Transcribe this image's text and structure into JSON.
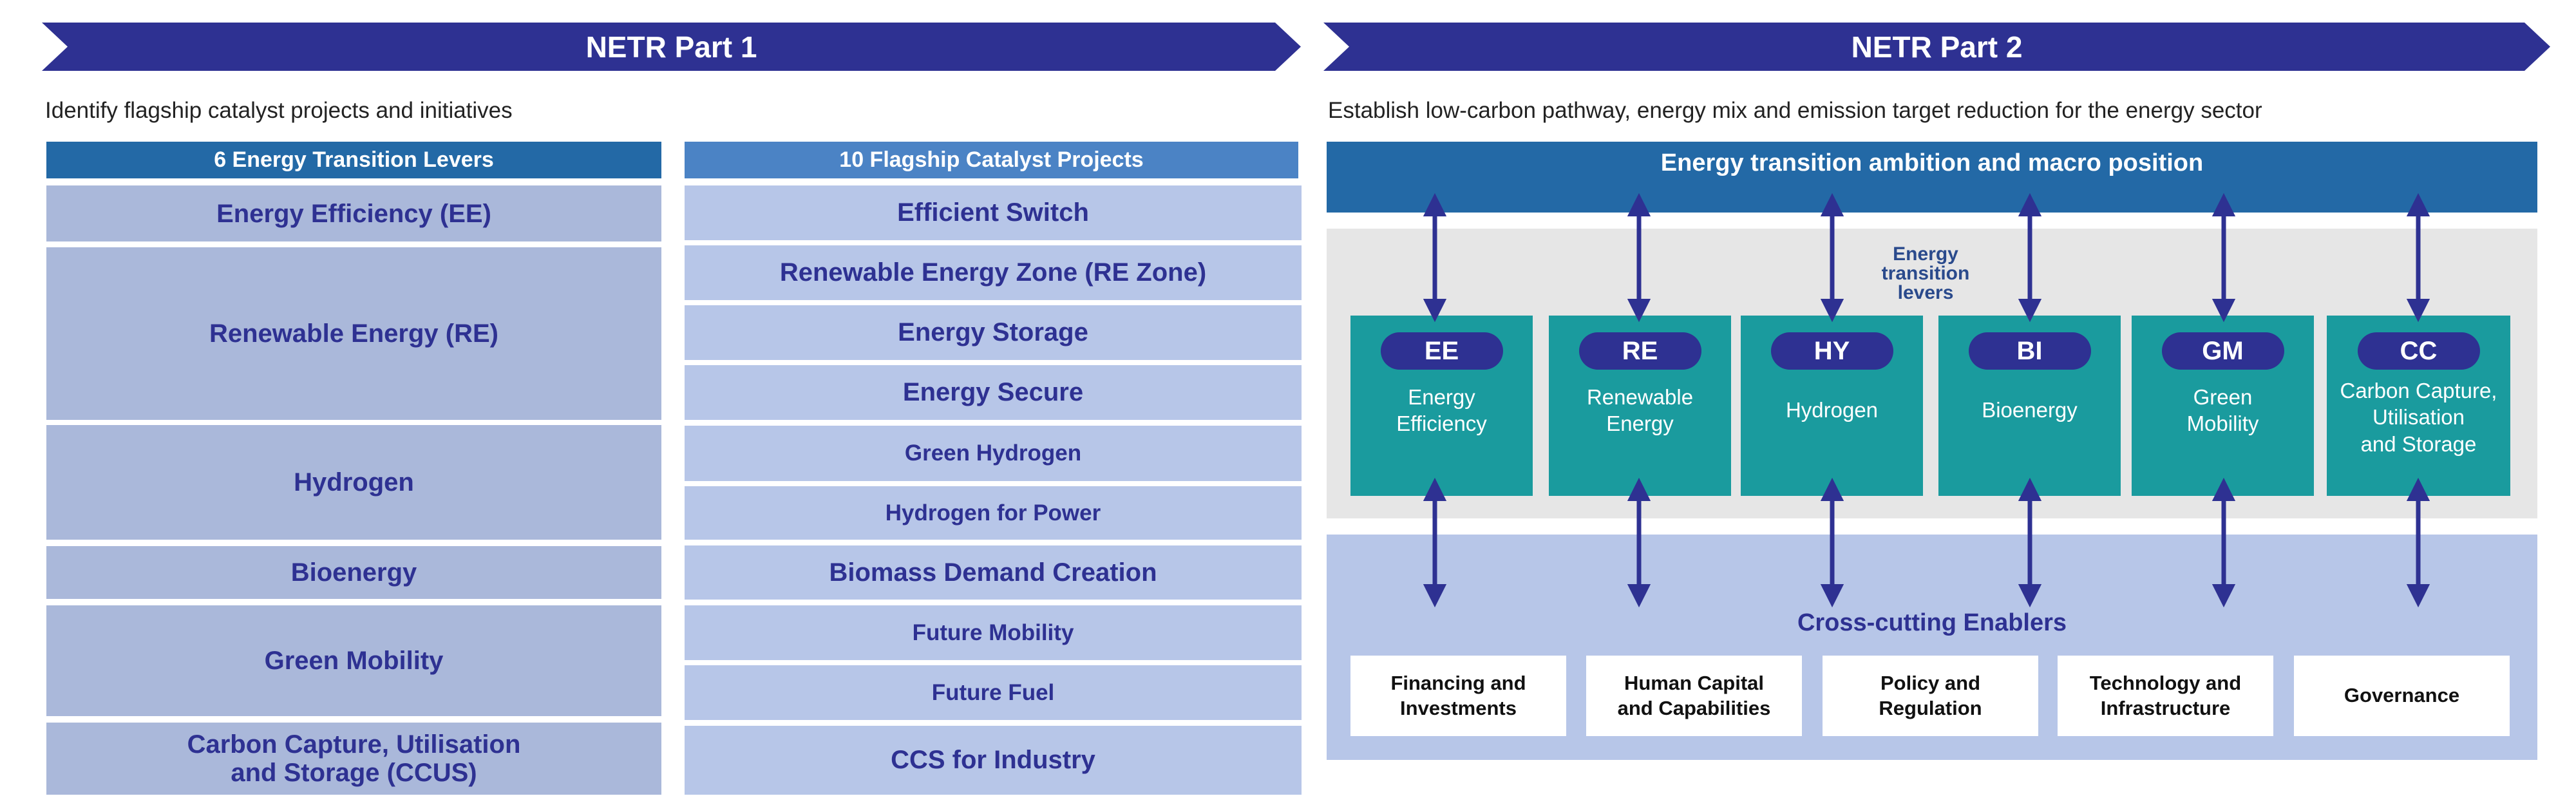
{
  "part1": {
    "banner_title": "NETR Part 1",
    "subtitle": "Identify flagship catalyst projects and initiatives",
    "levers_header": "6 Energy Transition Levers",
    "projects_header": "10 Flagship Catalyst Projects",
    "levers": [
      "Energy Efficiency (EE)",
      "Renewable Energy (RE)",
      "Hydrogen",
      "Bioenergy",
      "Green Mobility",
      "Carbon Capture, Utilisation\nand Storage (CCUS)"
    ],
    "projects": [
      "Efficient Switch",
      "Renewable Energy Zone (RE Zone)",
      "Energy Storage",
      "Energy Secure",
      "Green Hydrogen",
      "Hydrogen for Power",
      "Biomass Demand Creation",
      "Future Mobility",
      "Future Fuel",
      "CCS for Industry"
    ]
  },
  "part2": {
    "banner_title": "NETR Part 2",
    "subtitle": "Establish low-carbon pathway, energy mix and emission target reduction for the energy sector",
    "ambition_label": "Energy transition ambition and macro position",
    "levers_label": "Energy\ntransition\nlevers",
    "lever_boxes": [
      {
        "code": "EE",
        "name": "Energy\nEfficiency"
      },
      {
        "code": "RE",
        "name": "Renewable\nEnergy"
      },
      {
        "code": "HY",
        "name": "Hydrogen"
      },
      {
        "code": "BI",
        "name": "Bioenergy"
      },
      {
        "code": "GM",
        "name": "Green\nMobility"
      },
      {
        "code": "CC",
        "name": "Carbon Capture,\nUtilisation\nand Storage"
      }
    ],
    "enablers_title": "Cross-cutting Enablers",
    "enablers": [
      "Financing and\nInvestments",
      "Human Capital\nand Capabilities",
      "Policy and\nRegulation",
      "Technology and\nInfrastructure",
      "Governance"
    ]
  },
  "colors": {
    "banner": "#2e3192",
    "levers_header": "#2369a6",
    "projects_header": "#4b83c5",
    "lever_cell": "#aab8da",
    "project_cell": "#b7c6e8",
    "lever_box": "#1a9b9e",
    "arrow": "#2e3192"
  }
}
